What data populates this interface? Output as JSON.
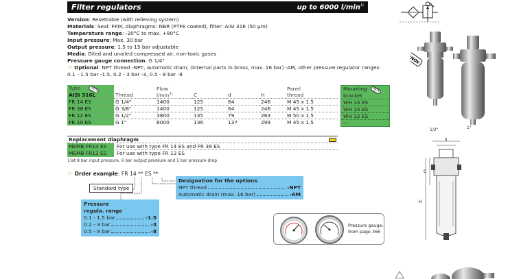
{
  "header": {
    "title": "Filter regulators",
    "pressure": "up to 6000 l/min",
    "pressure_sup": "1)"
  },
  "specs": [
    {
      "label": "Version",
      "text": ": Resettable (with relieving system)"
    },
    {
      "label": "Materials",
      "text": ": Seal: FKM, diaphragms: NBR (PTFE coated), filter: AISI 316 (50 µm)"
    },
    {
      "label": "Temperature range",
      "text": ": -20°C to max. +80°C"
    },
    {
      "label": "Input pressure",
      "text": ": Max. 30 bar"
    },
    {
      "label": "Output pressure",
      "text": ": 1.5 to 15 bar adjustable"
    },
    {
      "label": "Media",
      "text": ": Oiled and unoiled compressed air, non-toxic gases"
    },
    {
      "label": "Pressure gauge connection",
      "text": ": G 1/4\""
    }
  ],
  "optional": {
    "label": "Optional",
    "text": ": NPT thread -NPT, automatic drain, (internal parts in brass, max. 16 bar) -AM, other pressure regulator ranges: 0.1 - 1.5 bar -1.5, 0.2 - 3 bar -3, 0.5 - 8 bar -8"
  },
  "table": {
    "h1": {
      "type": "Type",
      "flow": "Flow",
      "panel": "Panel"
    },
    "h2": {
      "aisi": "AISI 316L",
      "thread": "Thread",
      "flow_unit": "l/min",
      "flow_sup": "1)",
      "c": "C",
      "d": "d",
      "h": "H",
      "panel": "thread"
    },
    "rows": [
      {
        "type": "FR 14 ES",
        "thread": "G 1/4\"",
        "flow": "1400",
        "c": "125",
        "d": "64",
        "h": "246",
        "panel": "M 45 x 1.5"
      },
      {
        "type": "FR 38 ES",
        "thread": "G 3/8\"",
        "flow": "1400",
        "c": "125",
        "d": "64",
        "h": "246",
        "panel": "M 45 x 1.5"
      },
      {
        "type": "FR 12 ES",
        "thread": "G 1/2\"",
        "flow": "3800",
        "c": "135",
        "d": "79",
        "h": "263",
        "panel": "M 50 x 1.5"
      },
      {
        "type": "FR 10 ES",
        "thread": "G 1\"",
        "flow": "6000",
        "c": "136",
        "d": "137",
        "h": "299",
        "panel": "M 45 x 1.5"
      }
    ]
  },
  "mounting": {
    "h1": "Mounting",
    "h2": "bracket",
    "rows": [
      "WH 14 ES",
      "WH 14 ES",
      "WH 12 ES",
      "---"
    ]
  },
  "inox": "INOX",
  "replacement": {
    "heading": "Replacement diaphragm",
    "rows": [
      {
        "code": "MEMB FR14 ES",
        "desc": "For use with type FR 14 ES and FR 38 ES"
      },
      {
        "code": "MEMB FR12 ES",
        "desc": "For use with type FR 12 ES"
      }
    ],
    "note": "1)at 8 bar input pressure, 6 bar output pressure and 1 bar pressure drop"
  },
  "order": {
    "label": "Order example",
    "example": ": FR 14 ** ES **",
    "standard_type": "Standard type"
  },
  "options_box": {
    "heading": "Designation for the options",
    "colon": ":",
    "lines": [
      {
        "label": "NPT thread",
        "code": "-NPT"
      },
      {
        "label": "Automatic drain (max. 16 bar)",
        "code": "-AM"
      }
    ]
  },
  "pressure_box": {
    "heading1": "Pressure",
    "heading2": "regula. range",
    "lines": [
      {
        "label": "0.1 - 1.5 bar",
        "code": "-1.5"
      },
      {
        "label": "0.2 - 3 bar",
        "code": "-3"
      },
      {
        "label": "0.5 - 8 bar",
        "code": "-8"
      }
    ]
  },
  "gauge_box": {
    "line1": "Pressure gauge:",
    "line2": "from page 366"
  },
  "product_labels": {
    "left": "1/2\"",
    "right": "1\""
  },
  "dims": {
    "c": "C",
    "d": "d",
    "h": "H"
  },
  "colors": {
    "green": "#5cb85c",
    "blue": "#7ac8ef",
    "title_bg": "#111111",
    "hand": "#e07a1e"
  }
}
